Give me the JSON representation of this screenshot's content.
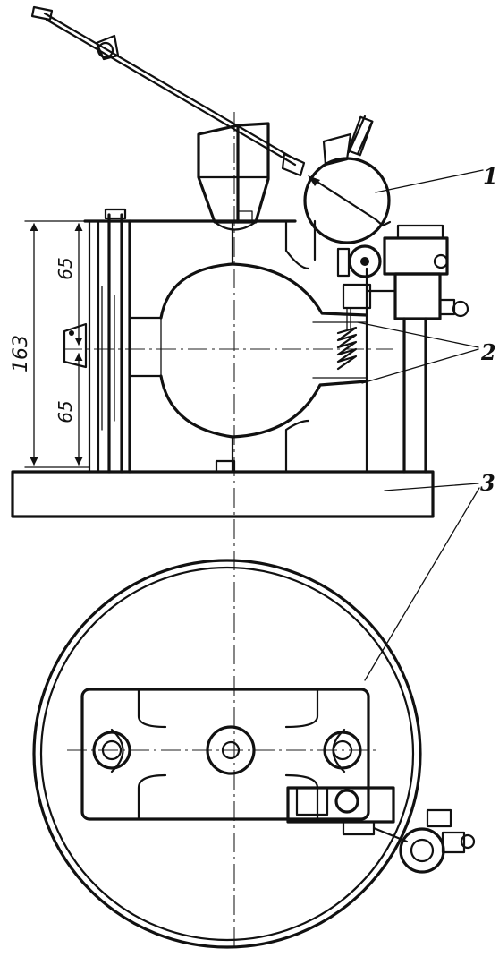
{
  "labels": {
    "callout_1": "1",
    "callout_2": "2",
    "callout_3": "3"
  },
  "dimensions": {
    "overall_height": "163",
    "upper_half": "65",
    "lower_half": "65"
  },
  "colors": {
    "ink": "#111111",
    "paper": "#ffffff"
  }
}
